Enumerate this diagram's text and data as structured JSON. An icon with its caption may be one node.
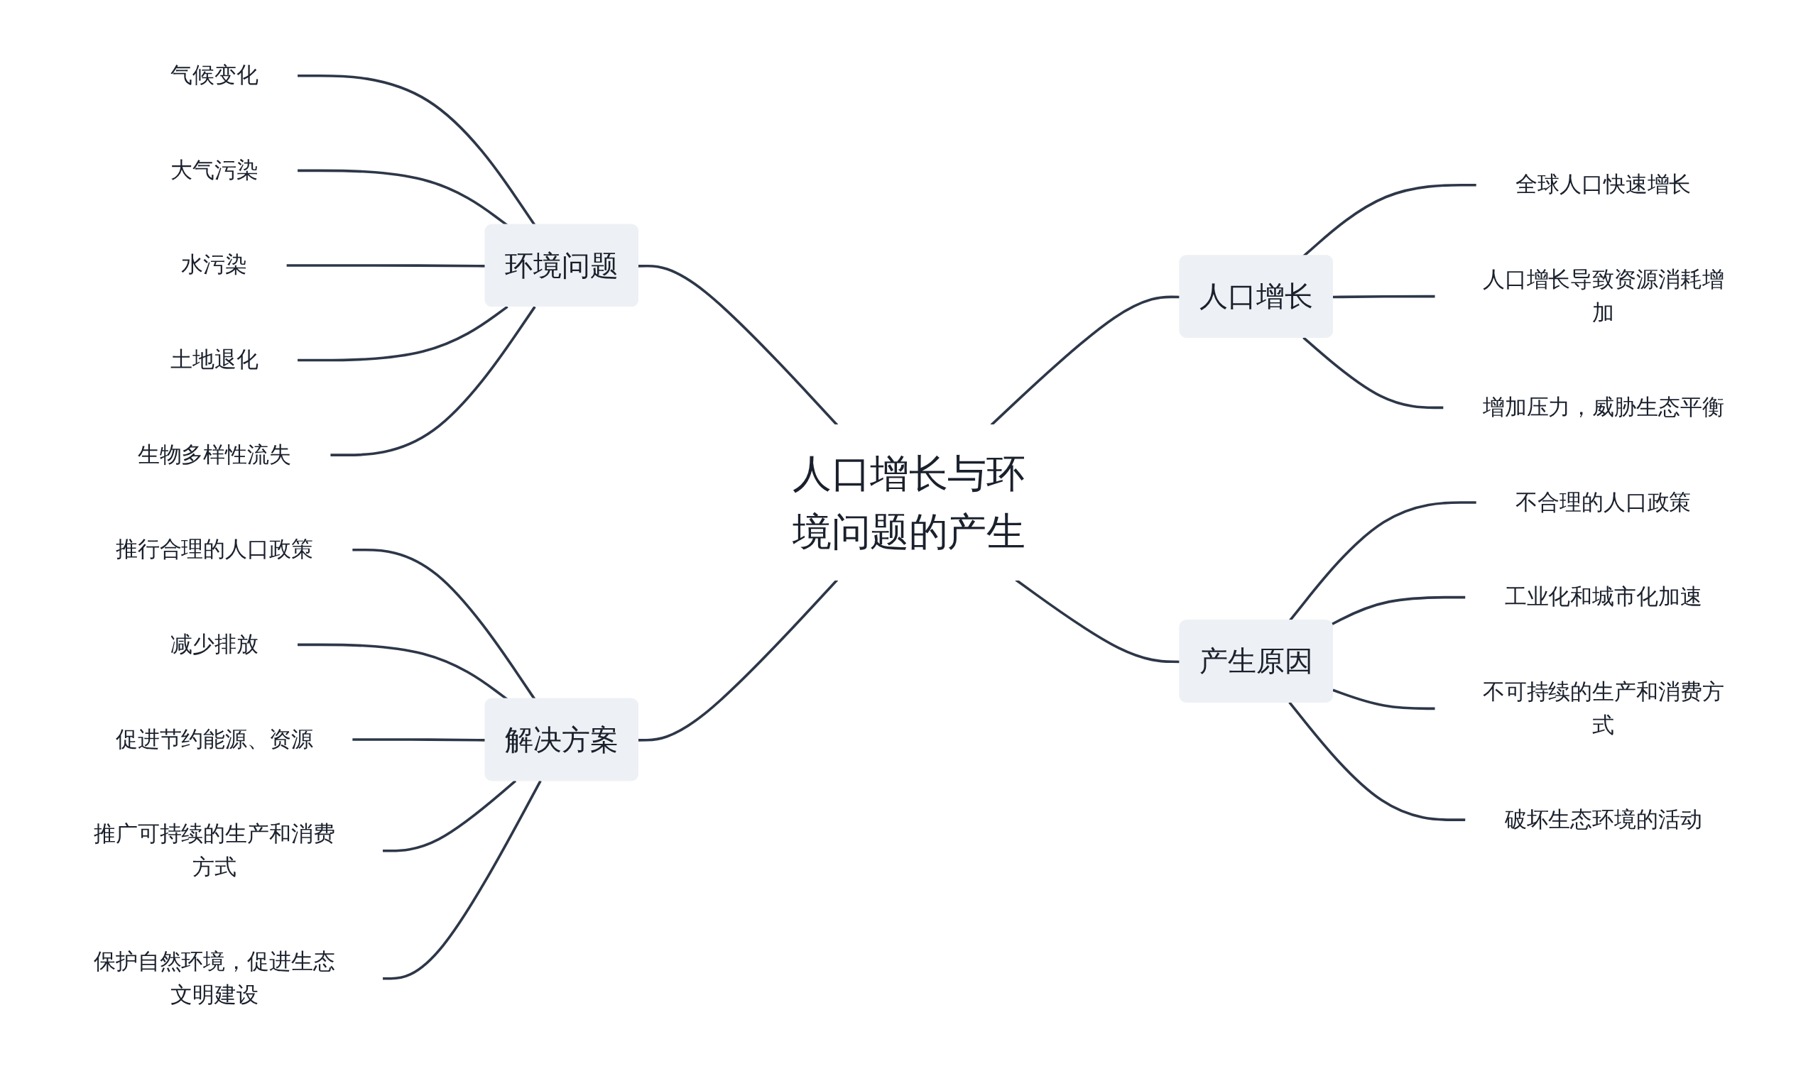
{
  "diagram": {
    "nodes": [
      {
        "text": [
          "人口增长与环境问题的产生"
        ]
      },
      {
        "text": [
          "环境问题"
        ]
      },
      {
        "text": [
          "气候变化"
        ]
      },
      {
        "text": [
          "大气污染"
        ]
      },
      {
        "text": [
          "水污染"
        ]
      },
      {
        "text": [
          "土地退化"
        ]
      },
      {
        "text": [
          "生物多样性流失"
        ]
      },
      {
        "text": [
          "解决方案"
        ]
      },
      {
        "text": [
          "推行合理的人口政策"
        ]
      },
      {
        "text": [
          "减少排放"
        ]
      },
      {
        "text": [
          "促进节约能源、资源"
        ]
      },
      {
        "text": [
          "推广可持续的生产和消费方式"
        ]
      },
      {
        "text": [
          "保护自然环境，促进生态文明建设"
        ]
      },
      {
        "text": [
          "人口增长"
        ]
      },
      {
        "text": [
          "全球人口快速增长"
        ]
      },
      {
        "text": [
          "人口增长导致资源消耗增加"
        ]
      },
      {
        "text": [
          "增加压力，威胁生态平衡"
        ]
      },
      {
        "text": [
          "产生原因"
        ]
      },
      {
        "text": [
          "不合理的人口政策"
        ]
      },
      {
        "text": [
          "工业化和城市化加速"
        ]
      },
      {
        "text": [
          "不可持续的生产和消费方式"
        ]
      },
      {
        "text": [
          "破坏生态环境的活动"
        ]
      }
    ],
    "edges": [
      {
        "from": 0,
        "to": 1,
        "arrow": "none"
      },
      {
        "from": 1,
        "to": 2,
        "arrow": "none"
      },
      {
        "from": 1,
        "to": 3,
        "arrow": "none"
      },
      {
        "from": 1,
        "to": 4,
        "arrow": "none"
      },
      {
        "from": 1,
        "to": 5,
        "arrow": "none"
      },
      {
        "from": 1,
        "to": 6,
        "arrow": "none"
      },
      {
        "from": 0,
        "to": 7,
        "arrow": "none"
      },
      {
        "from": 7,
        "to": 8,
        "arrow": "none"
      },
      {
        "from": 7,
        "to": 9,
        "arrow": "none"
      },
      {
        "from": 7,
        "to": 10,
        "arrow": "none"
      },
      {
        "from": 7,
        "to": 11,
        "arrow": "none"
      },
      {
        "from": 7,
        "to": 12,
        "arrow": "none"
      },
      {
        "from": 0,
        "to": 13,
        "arrow": "none"
      },
      {
        "from": 13,
        "to": 14,
        "arrow": "none"
      },
      {
        "from": 13,
        "to": 15,
        "arrow": "none"
      },
      {
        "from": 13,
        "to": 16,
        "arrow": "none"
      },
      {
        "from": 0,
        "to": 17,
        "arrow": "none"
      },
      {
        "from": 17,
        "to": 18,
        "arrow": "none"
      },
      {
        "from": 17,
        "to": 19,
        "arrow": "none"
      },
      {
        "from": 17,
        "to": 20,
        "arrow": "none"
      },
      {
        "from": 17,
        "to": 21,
        "arrow": "none"
      }
    ]
  }
}
